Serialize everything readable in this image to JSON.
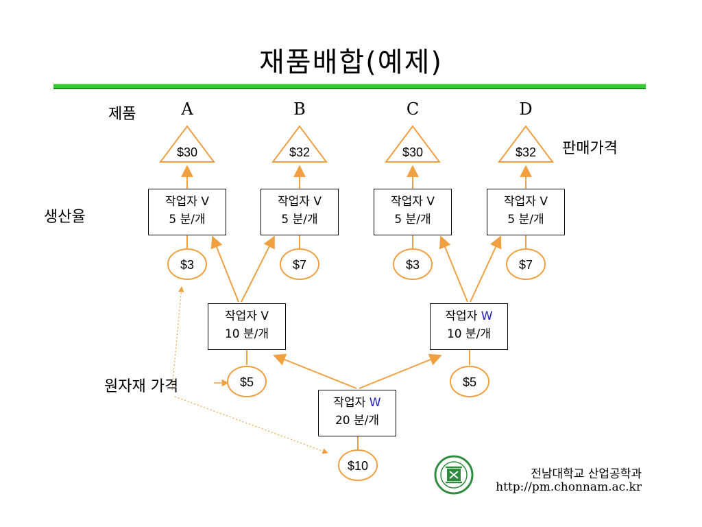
{
  "page": {
    "title": "재품배합(예제)"
  },
  "labels": {
    "product": "제품",
    "sale_price": "판매가격",
    "production_rate": "생산율",
    "raw_price": "원자재  가격"
  },
  "products": [
    {
      "letter": "A",
      "price": "$30"
    },
    {
      "letter": "B",
      "price": "$32"
    },
    {
      "letter": "C",
      "price": "$30"
    },
    {
      "letter": "D",
      "price": "$32"
    }
  ],
  "stations_top": [
    {
      "worker": "작업자 V",
      "rate": "5 분/개",
      "material": "$3"
    },
    {
      "worker": "작업자 V",
      "rate": "5 분/개",
      "material": "$7"
    },
    {
      "worker": "작업자 V",
      "rate": "5 분/개",
      "material": "$3"
    },
    {
      "worker": "작업자 V",
      "rate": "5 분/개",
      "material": "$7"
    }
  ],
  "stations_mid": [
    {
      "worker_prefix": "작업자 ",
      "worker_id": "V",
      "rate": "10 분/개",
      "material": "$5"
    },
    {
      "worker_prefix": "작업자 ",
      "worker_id": "W",
      "rate": "10 분/개",
      "material": "$5"
    }
  ],
  "station_bottom": {
    "worker_prefix": "작업자 ",
    "worker_id": "W",
    "rate": "20 분/개",
    "material": "$10"
  },
  "footer": {
    "university": "전남대학교 산업공학과",
    "url": "http://pm.chonnam.ac.kr"
  },
  "colors": {
    "accent": "#f0a040",
    "rule": "#33cc33",
    "worker_w": "#2020c0"
  }
}
